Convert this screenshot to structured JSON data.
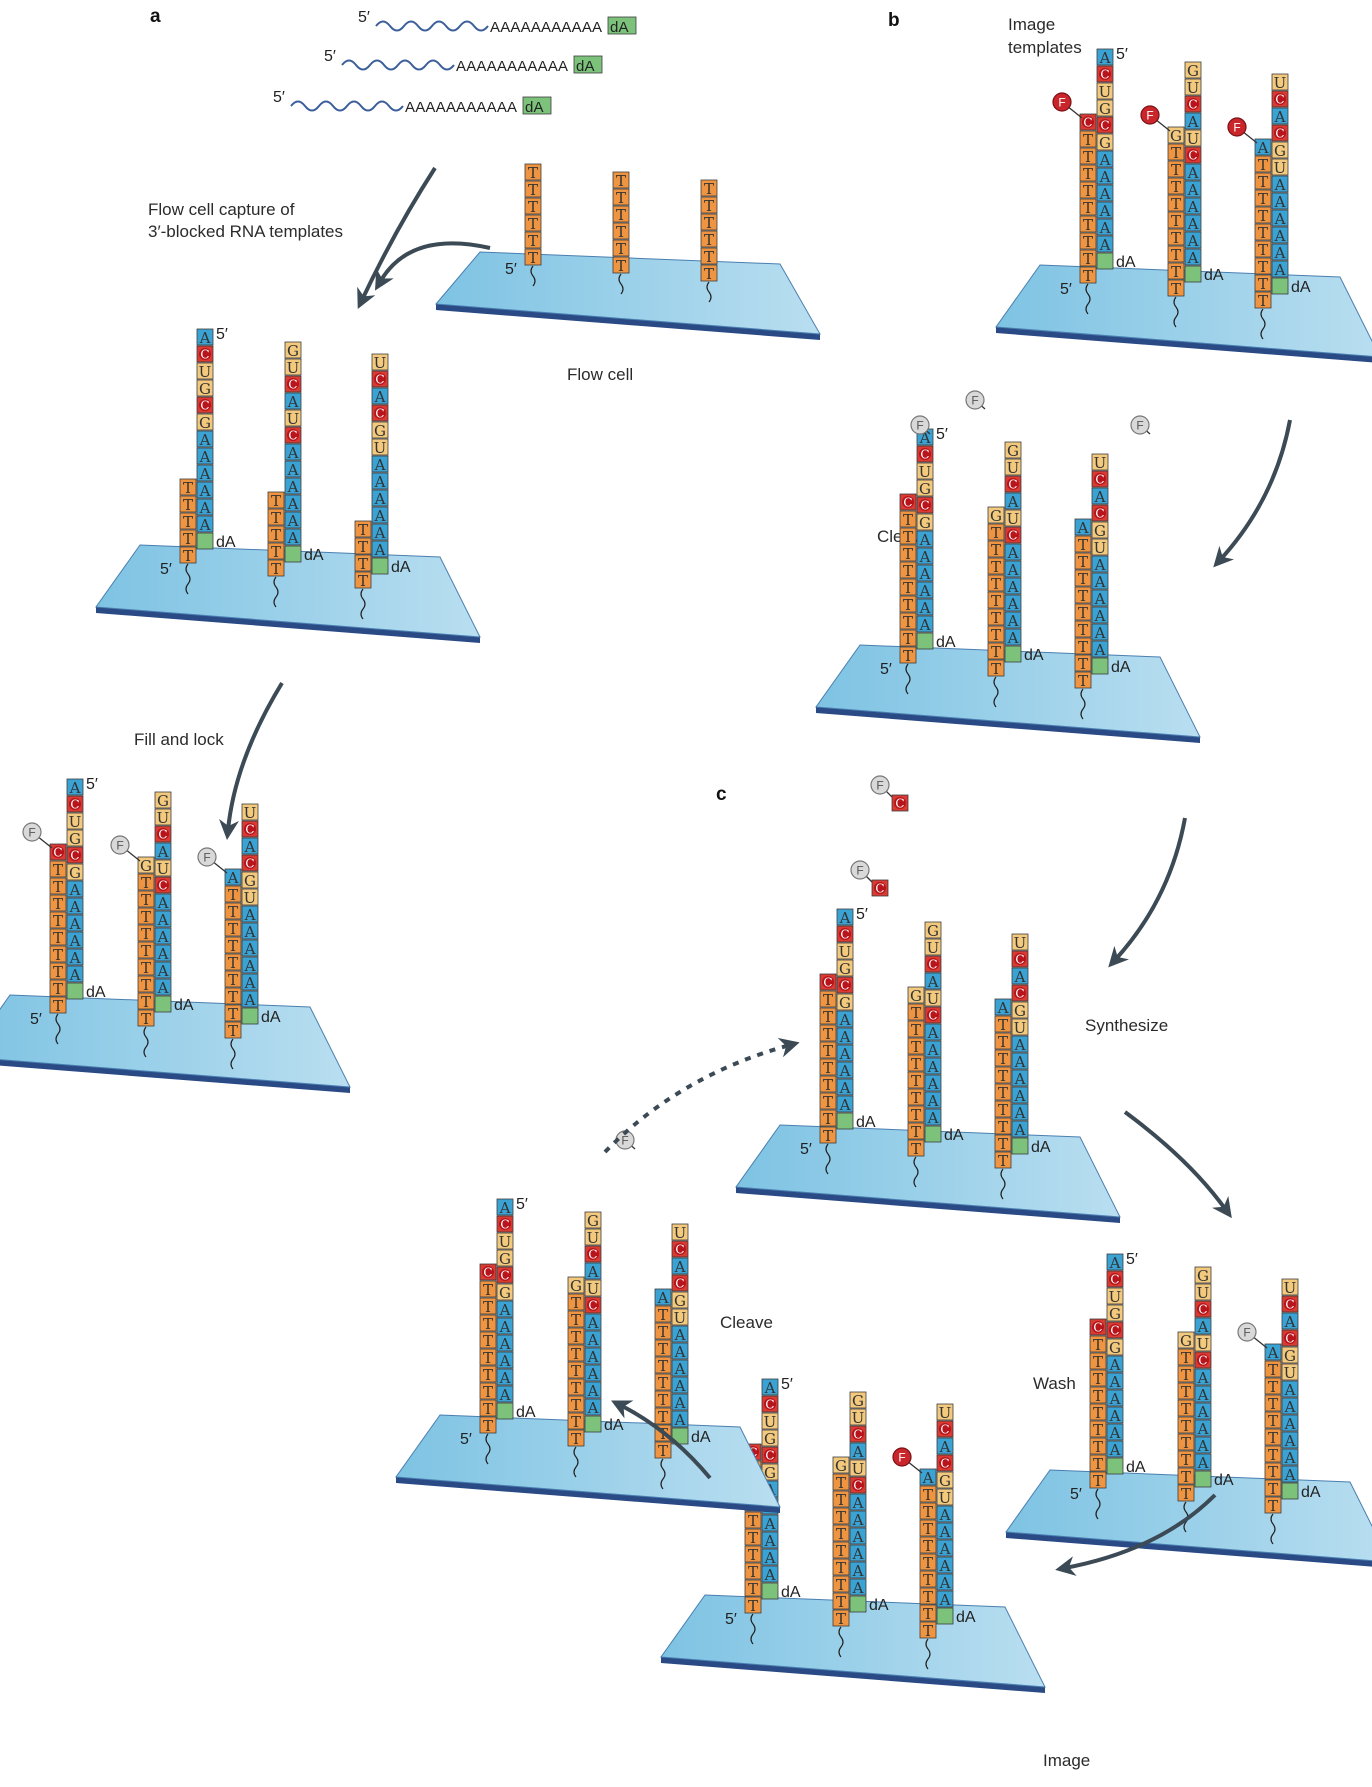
{
  "panels": {
    "a": "a",
    "b": "b",
    "c": "c"
  },
  "labels": {
    "capture": [
      "Flow cell capture of",
      "3′-blocked RNA templates"
    ],
    "flow_cell": "Flow cell",
    "fill_lock": "Fill and lock",
    "image_templates": [
      "Image",
      "templates"
    ],
    "cleave_b": "Cleave",
    "synthesize": "Synthesize",
    "wash": "Wash",
    "image": "Image",
    "cleave_c": "Cleave"
  },
  "rna": {
    "five_prime": "5′",
    "poly_a": "AAAAAAAAAAA",
    "block": "dA"
  },
  "strand_marks": {
    "five_prime": "5′",
    "block": "dA",
    "fluor": "F"
  },
  "nucleotides": {
    "T": "T",
    "A": "A",
    "C": "C",
    "G": "G",
    "U": "U"
  },
  "templates": [
    "ACUGCG",
    "GUCAUC",
    "UCACGU"
  ],
  "colors": {
    "A": "#3aa3d4",
    "C": "#d93a32",
    "G": "#f2c97d",
    "U": "#f2c97d",
    "T": "#ef9440",
    "dA": "#7cc27a",
    "flowcell": "#86c7e6",
    "flowcell_edge": "#2a4a86",
    "arrow": "#3b4a55",
    "wave": "#3c5f9b",
    "fluor_bound": "#c9262c",
    "fluor_free": "#d9d9d9"
  }
}
